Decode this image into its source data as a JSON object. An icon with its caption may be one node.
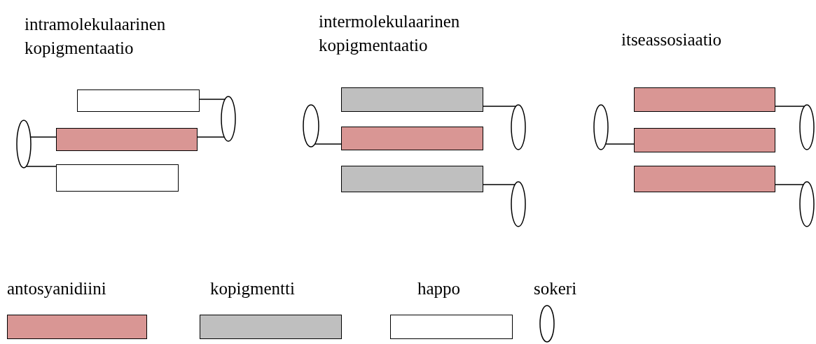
{
  "diagram": {
    "nodes": [
      {
        "text": [],
        "shape": "bar"
      },
      {
        "text": [],
        "shape": "ellipse"
      },
      {
        "text": [],
        "shape": "ellipse"
      },
      {
        "text": [],
        "shape": "bar"
      },
      {
        "text": [],
        "shape": "bar"
      },
      {
        "text": [],
        "shape": "bar"
      },
      {
        "text": [],
        "shape": "ellipse"
      },
      {
        "text": [],
        "shape": "ellipse"
      },
      {
        "text": [],
        "shape": "bar"
      },
      {
        "text": [],
        "shape": "bar"
      },
      {
        "text": [],
        "shape": "ellipse"
      },
      {
        "text": [],
        "shape": "bar"
      },
      {
        "text": [],
        "shape": "ellipse"
      },
      {
        "text": [],
        "shape": "ellipse"
      },
      {
        "text": [],
        "shape": "bar"
      },
      {
        "text": [],
        "shape": "bar"
      },
      {
        "text": [],
        "shape": "ellipse"
      }
    ],
    "edges": [
      {
        "from": 0,
        "to": 1,
        "arrow": "none"
      },
      {
        "from": 3,
        "to": 1,
        "arrow": "none"
      },
      {
        "from": 2,
        "to": 3,
        "arrow": "none"
      },
      {
        "from": 2,
        "to": 4,
        "arrow": "none"
      },
      {
        "from": 5,
        "to": 7,
        "arrow": "none"
      },
      {
        "from": 6,
        "to": 8,
        "arrow": "none"
      },
      {
        "from": 9,
        "to": 10,
        "arrow": "none"
      },
      {
        "from": 11,
        "to": 13,
        "arrow": "none"
      },
      {
        "from": 12,
        "to": 14,
        "arrow": "none"
      },
      {
        "from": 15,
        "to": 16,
        "arrow": "none"
      }
    ],
    "labels": [
      "intramolekulaarinen kopigmentaatio",
      "intermolekulaarinen kopigmentaatio",
      "itseassosiaatio"
    ],
    "legend": [
      {
        "text": "antosyanidiini",
        "color": "#d99694"
      },
      {
        "text": "kopigmentti",
        "color": "#bfbfbf"
      },
      {
        "text": "happo",
        "color": "#ffffff"
      },
      {
        "text": "sokeri"
      }
    ]
  }
}
